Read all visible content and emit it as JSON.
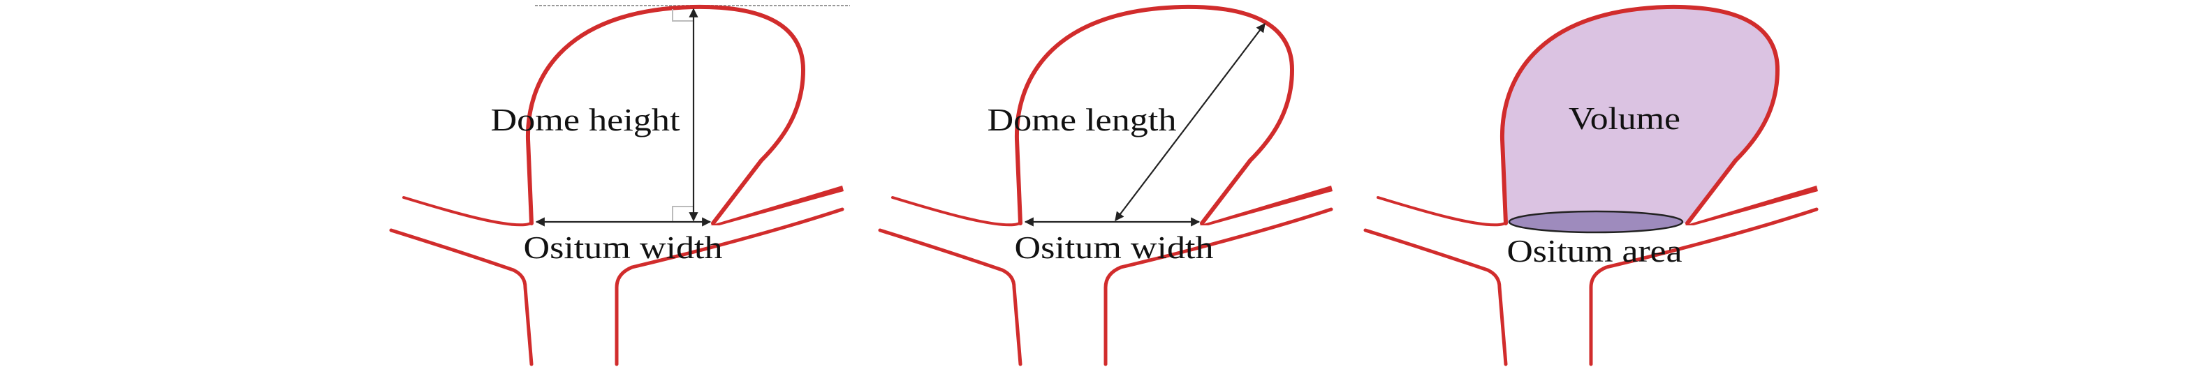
{
  "panels": [
    {
      "measure_label": "Dome height",
      "base_label": "Ositum width"
    },
    {
      "measure_label": "Dome length",
      "base_label": "Ositum width"
    },
    {
      "measure_label": "Volume",
      "base_label": "Ositum area"
    }
  ],
  "colors": {
    "vessel": "#d12c2c",
    "volume_fill": "#dbc3e2",
    "ostium_fill": "#9e8bbd",
    "arrow": "#222222"
  }
}
